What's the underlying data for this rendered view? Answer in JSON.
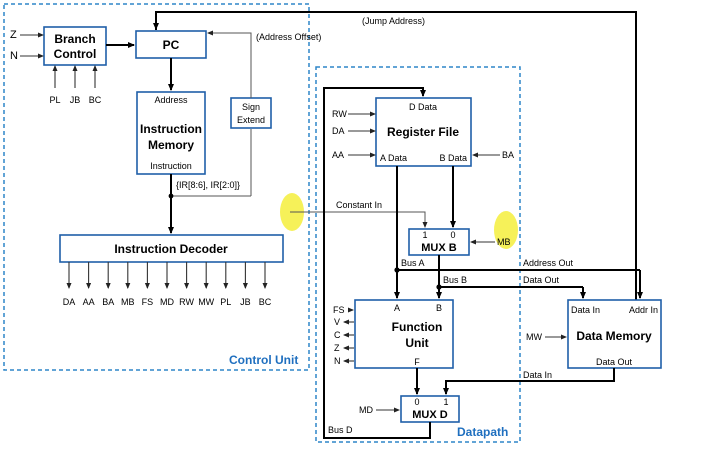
{
  "regions": {
    "control_unit": "Control Unit",
    "datapath": "Datapath"
  },
  "blocks": {
    "branch_control": [
      "Branch",
      "Control"
    ],
    "pc": "PC",
    "instruction_memory": {
      "title": [
        "Instruction",
        "Memory"
      ],
      "top": "Address",
      "bottom": "Instruction"
    },
    "sign_extend": [
      "Sign",
      "Extend"
    ],
    "instruction_decoder": "Instruction Decoder",
    "register_file": {
      "title": "Register File",
      "top": "D Data",
      "left": "A Data",
      "right": "B Data"
    },
    "mux_b": {
      "title": "MUX B",
      "in1": "1",
      "in0": "0"
    },
    "function_unit": {
      "title": [
        "Function",
        "Unit"
      ],
      "a": "A",
      "b": "B",
      "f": "F"
    },
    "data_memory": {
      "title": "Data Memory",
      "data_in": "Data In",
      "addr_in": "Addr In",
      "data_out": "Data Out"
    },
    "mux_d": {
      "title": "MUX D",
      "in0": "0",
      "in1": "1"
    }
  },
  "signals": {
    "z": "Z",
    "n": "N",
    "pl": "PL",
    "jb": "JB",
    "bc": "BC",
    "rw": "RW",
    "da": "DA",
    "aa": "AA",
    "ba": "BA",
    "mb": "MB",
    "fs": "FS",
    "md": "MD",
    "mw": "MW",
    "fu_outputs": [
      "V",
      "C",
      "Z",
      "N"
    ],
    "decoder_outputs": [
      "DA",
      "AA",
      "BA",
      "MB",
      "FS",
      "MD",
      "RW",
      "MW",
      "PL",
      "JB",
      "BC"
    ]
  },
  "wire_labels": {
    "jump_address": "(Jump Address)",
    "address_offset": "(Address Offset)",
    "ir_fields": "{IR[8:6], IR[2:0]}",
    "constant_in": "Constant In",
    "bus_a": "Bus A",
    "bus_b": "Bus B",
    "address_out": "Address Out",
    "data_out": "Data Out",
    "data_in": "Data In",
    "bus_d": "Bus D"
  },
  "colors": {
    "region_border": "#2e86c8",
    "region_title": "#1f6fbf",
    "block_border": "#1f5fa8",
    "highlight": "#f5ee3c"
  }
}
